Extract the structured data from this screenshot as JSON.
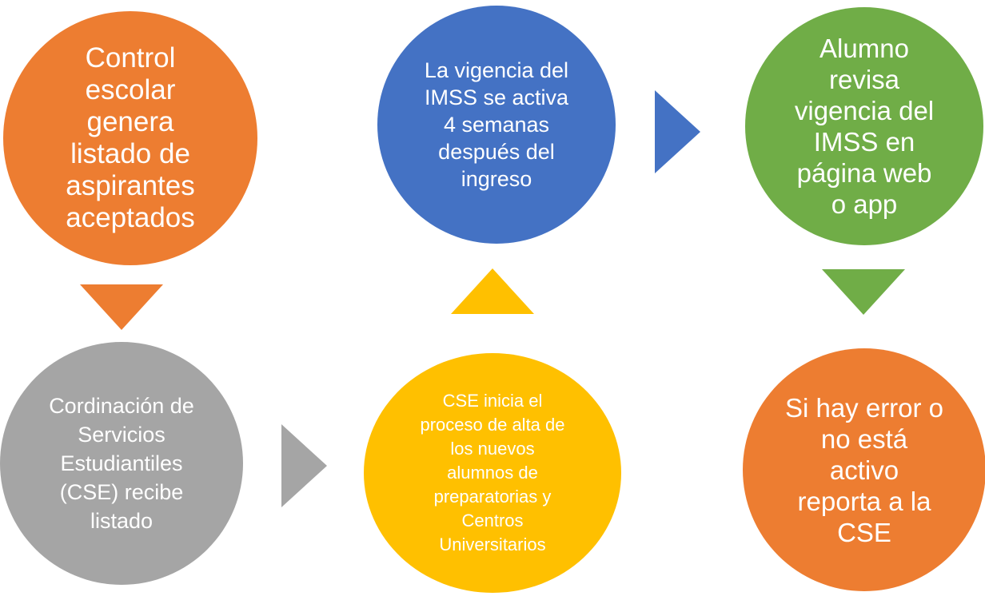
{
  "colors": {
    "orange": "#ED7D31",
    "gray": "#A5A5A5",
    "blue": "#4472C4",
    "yellow": "#FFC000",
    "green": "#70AD47"
  },
  "nodes": [
    {
      "text": "Control\nescolar\ngenera\nlistado de\naspirantes\naceptados"
    },
    {
      "text": "Cordinación de\nServicios\nEstudiantiles\n(CSE) recibe\nlistado"
    },
    {
      "text": "La vigencia del\nIMSS se activa\n4 semanas\ndespués del\ningreso"
    },
    {
      "text": "CSE inicia el\nproceso de alta de\nlos nuevos\nalumnos de\npreparatorias y\nCentros\nUniversitarios"
    },
    {
      "text": "Alumno\nrevisa\nvigencia del\nIMSS en\npágina web\no app"
    },
    {
      "text": "Si hay error o\nno está\nactivo\nreporta a la\nCSE"
    }
  ],
  "arrows": [
    {
      "direction": "down",
      "color": "orange"
    },
    {
      "direction": "right",
      "color": "gray"
    },
    {
      "direction": "up",
      "color": "yellow"
    },
    {
      "direction": "right",
      "color": "blue"
    },
    {
      "direction": "down",
      "color": "green"
    }
  ]
}
